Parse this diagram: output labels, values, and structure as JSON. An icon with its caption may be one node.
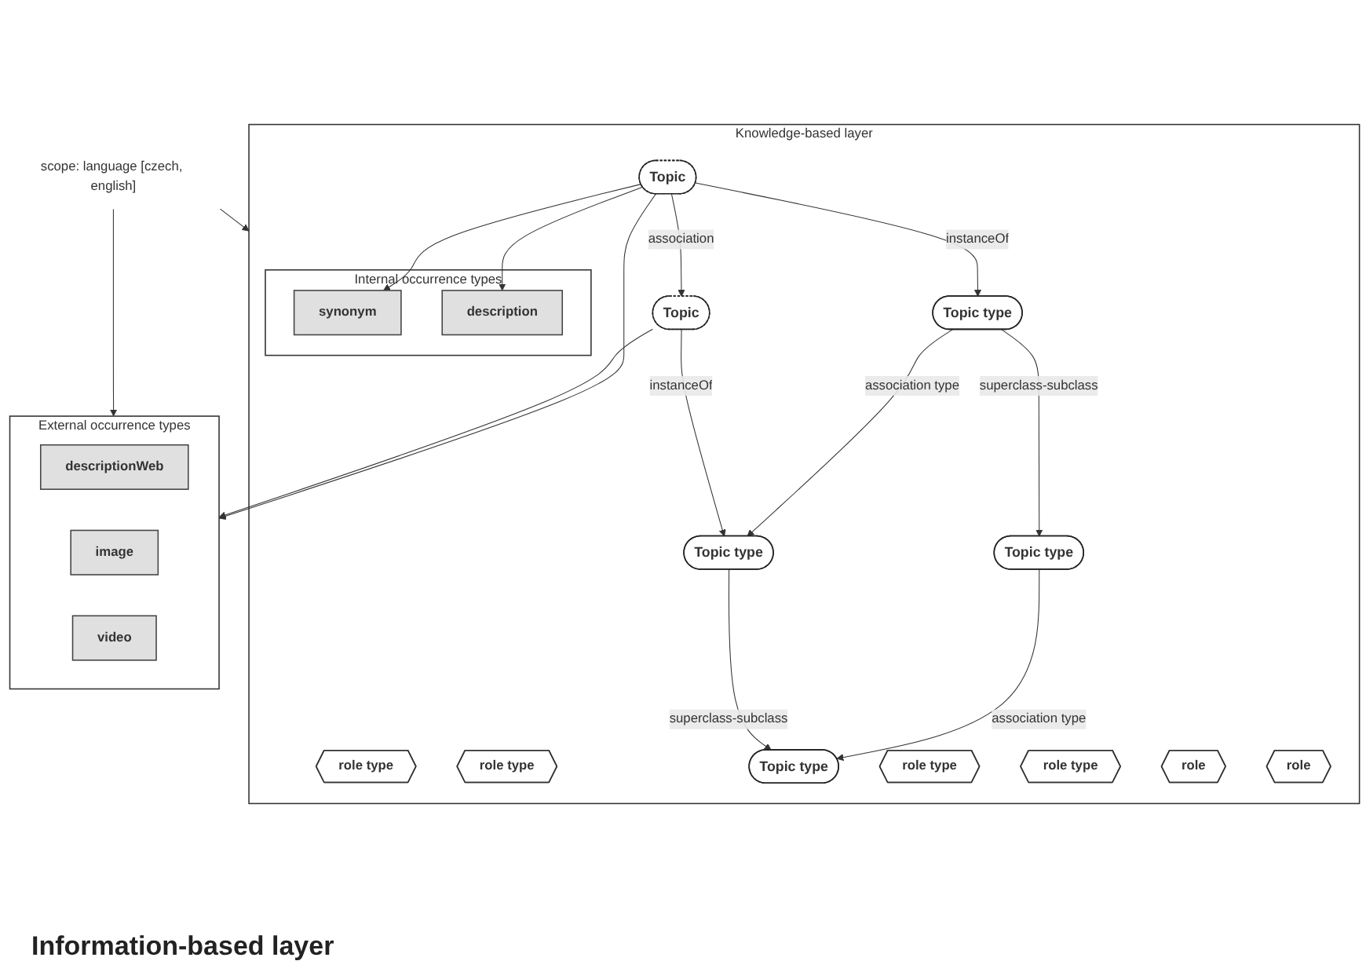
{
  "diagram": {
    "nodes": [
      {
        "text": [
          "Knowledge-based layer"
        ]
      },
      {
        "text": [
          "role type"
        ],
        "in": 0
      },
      {
        "text": [
          "role type"
        ],
        "in": 0
      },
      {
        "text": [
          "Topic type"
        ],
        "in": 0
      },
      {
        "text": [
          "Topic type"
        ],
        "in": 0
      },
      {
        "text": [
          "role type"
        ],
        "in": 0
      },
      {
        "text": [
          "role type"
        ],
        "in": 0
      },
      {
        "text": [
          "Topic type"
        ],
        "in": 0
      },
      {
        "text": [
          "Topic type"
        ],
        "in": 0
      },
      {
        "text": [
          "Internal occurrence types"
        ],
        "in": 0
      },
      {
        "text": [
          "synonym"
        ],
        "in": 9
      },
      {
        "text": [
          "description"
        ],
        "in": 9
      },
      {
        "text": [
          "role"
        ],
        "in": 0
      },
      {
        "text": [
          "role"
        ],
        "in": 0
      },
      {
        "text": [
          "Topic"
        ],
        "in": 0
      },
      {
        "text": [
          "Topic"
        ],
        "in": 0
      },
      {
        "text": [
          "External occurrence types"
        ]
      },
      {
        "text": [
          "descriptionWeb"
        ],
        "in": 16
      },
      {
        "text": [
          "image"
        ],
        "in": 16
      },
      {
        "text": [
          "video"
        ],
        "in": 16
      },
      {
        "text": [
          "scope: language [czech, english]"
        ]
      }
    ],
    "edges": [
      {
        "from": 3,
        "to": 4,
        "arrow": "to",
        "label": "association type"
      },
      {
        "from": 7,
        "to": 3,
        "arrow": "to",
        "label": "superclass-subclass"
      },
      {
        "from": 8,
        "to": 4,
        "arrow": "to",
        "label": "superclass-subclass"
      },
      {
        "from": 7,
        "to": 8,
        "arrow": "to",
        "label": "association type"
      },
      {
        "from": 14,
        "to": 7,
        "arrow": "to",
        "label": "instanceOf"
      },
      {
        "from": 15,
        "to": 8,
        "arrow": "to",
        "label": "instanceOf"
      },
      {
        "from": 14,
        "to": 15,
        "arrow": "to",
        "label": "association"
      },
      {
        "from": 14,
        "to": 10,
        "arrow": "to"
      },
      {
        "from": 14,
        "to": 11,
        "arrow": "to"
      },
      {
        "from": 14,
        "to": 16,
        "arrow": "to"
      },
      {
        "from": 15,
        "to": 16,
        "arrow": "to"
      },
      {
        "from": 20,
        "to": 0,
        "arrow": "to"
      },
      {
        "from": 20,
        "to": 16,
        "arrow": "to"
      }
    ],
    "labels": [
      "Information-based layer"
    ]
  }
}
